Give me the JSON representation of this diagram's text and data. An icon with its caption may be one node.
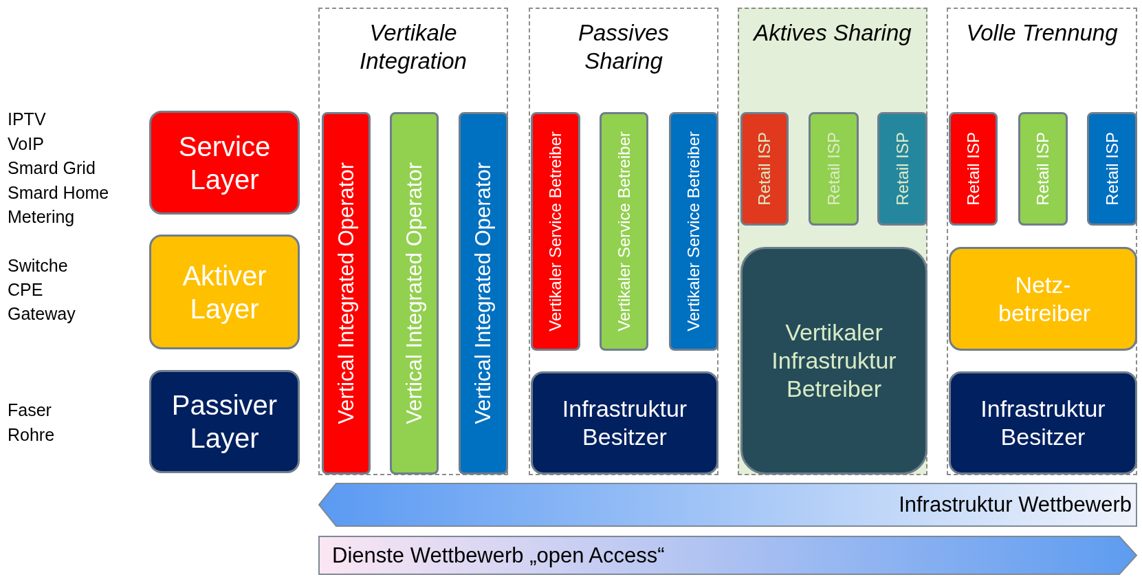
{
  "diagram": {
    "nodes": [
      {
        "text": [
          "Service Layer"
        ]
      },
      {
        "text": [
          "Aktiver Layer"
        ]
      },
      {
        "text": [
          "Passiver Layer"
        ]
      },
      {
        "text": [
          "Vertikale Integration"
        ]
      },
      {
        "text": [
          "Vertical Integrated Operator"
        ],
        "in": 3
      },
      {
        "text": [
          "Vertical Integrated Operator"
        ],
        "in": 3
      },
      {
        "text": [
          "Vertical Integrated Operator"
        ],
        "in": 3
      },
      {
        "text": [
          "Passives Sharing"
        ]
      },
      {
        "text": [
          "Vertikaler Service Betreiber"
        ],
        "in": 7
      },
      {
        "text": [
          "Vertikaler Service Betreiber"
        ],
        "in": 7
      },
      {
        "text": [
          "Vertikaler Service Betreiber"
        ],
        "in": 7
      },
      {
        "text": [
          "Infrastruktur Besitzer"
        ],
        "in": 7
      },
      {
        "text": [
          "Aktives Sharing"
        ]
      },
      {
        "text": [
          "Retail ISP"
        ],
        "in": 12
      },
      {
        "text": [
          "Retail ISP"
        ],
        "in": 12
      },
      {
        "text": [
          "Retail ISP"
        ],
        "in": 12
      },
      {
        "text": [
          "Vertikaler Infrastruktur Betreiber"
        ],
        "in": 12
      },
      {
        "text": [
          "Volle Trennung"
        ]
      },
      {
        "text": [
          "Retail ISP"
        ],
        "in": 17
      },
      {
        "text": [
          "Retail ISP"
        ],
        "in": 17
      },
      {
        "text": [
          "Retail ISP"
        ],
        "in": 17
      },
      {
        "text": [
          "Netz-betreiber"
        ],
        "in": 17
      },
      {
        "text": [
          "Infrastruktur Besitzer"
        ],
        "in": 17
      }
    ],
    "labels": [
      "IPTV",
      "VoIP",
      "Smard Grid",
      "Smard Home",
      "Metering",
      "Switche",
      "CPE",
      "Gateway",
      "Faser",
      "Rohre",
      "Infrastruktur Wettbewerb",
      "Dienste Wettbewerb „open Access“"
    ]
  }
}
